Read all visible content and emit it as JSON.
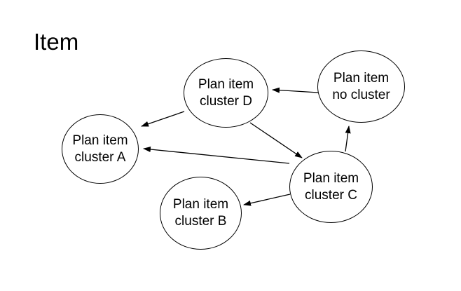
{
  "title": "Item",
  "diagram": {
    "colors": {
      "node_stroke": "#000000",
      "node_fill": "#ffffff",
      "text": "#000000",
      "background": "#ffffff"
    },
    "nodes": {
      "cluster_a": {
        "label": "Plan item\ncluster A"
      },
      "cluster_b": {
        "label": "Plan item\ncluster B"
      },
      "cluster_c": {
        "label": "Plan item\ncluster C"
      },
      "cluster_d": {
        "label": "Plan item\ncluster D"
      },
      "no_cluster": {
        "label": "Plan item\nno cluster"
      }
    },
    "edges": [
      {
        "from": "Plan item no cluster",
        "to": "Plan item cluster D"
      },
      {
        "from": "Plan item cluster D",
        "to": "Plan item cluster A"
      },
      {
        "from": "Plan item cluster D",
        "to": "Plan item cluster C"
      },
      {
        "from": "Plan item cluster C",
        "to": "Plan item cluster A"
      },
      {
        "from": "Plan item cluster C",
        "to": "Plan item no cluster"
      },
      {
        "from": "Plan item cluster C",
        "to": "Plan item cluster B"
      }
    ]
  }
}
